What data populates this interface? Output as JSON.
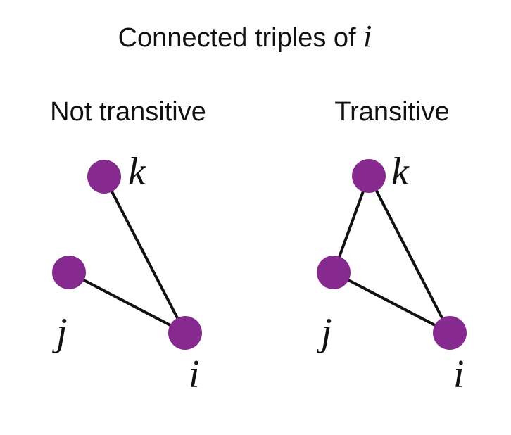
{
  "title": {
    "text": "Connected triples of ",
    "variable": "i"
  },
  "panels": [
    {
      "heading": "Not transitive",
      "nodes": [
        {
          "id": "k",
          "label": "k"
        },
        {
          "id": "j",
          "label": "j"
        },
        {
          "id": "i",
          "label": "i"
        }
      ],
      "edges": [
        [
          "k",
          "i"
        ],
        [
          "j",
          "i"
        ]
      ]
    },
    {
      "heading": "Transitive",
      "nodes": [
        {
          "id": "k",
          "label": "k"
        },
        {
          "id": "j",
          "label": "j"
        },
        {
          "id": "i",
          "label": "i"
        }
      ],
      "edges": [
        [
          "k",
          "j"
        ],
        [
          "k",
          "i"
        ],
        [
          "j",
          "i"
        ]
      ]
    }
  ],
  "colors": {
    "node": "#872a8f",
    "edge": "#111111",
    "text": "#111111"
  }
}
